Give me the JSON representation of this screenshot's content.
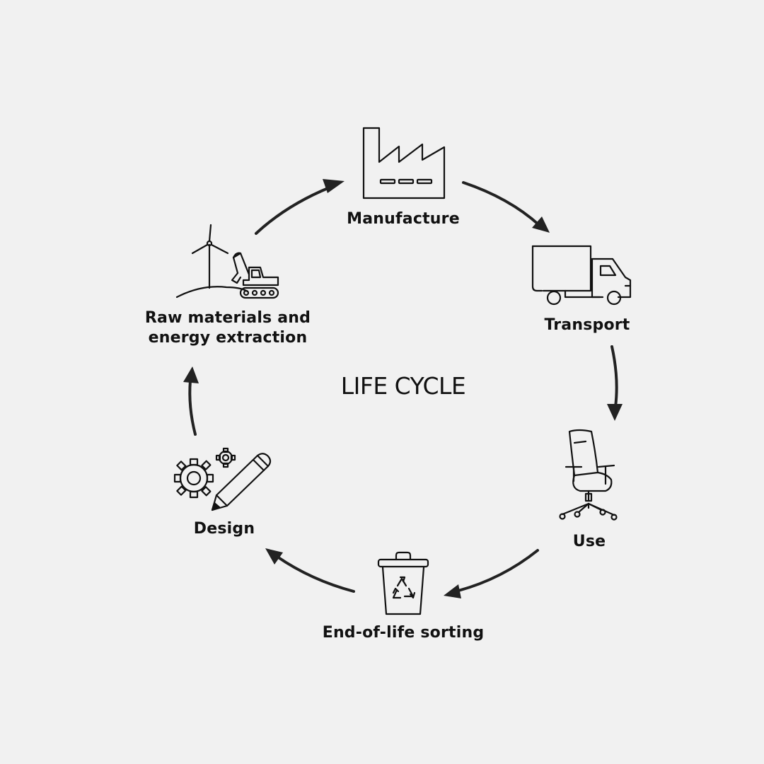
{
  "title": "LIFE CYCLE",
  "stages": [
    {
      "id": "manufacture",
      "label": "Manufacture",
      "icon": "factory-icon"
    },
    {
      "id": "transport",
      "label": "Transport",
      "icon": "truck-icon"
    },
    {
      "id": "use",
      "label": "Use",
      "icon": "office-chair-icon"
    },
    {
      "id": "end_of_life",
      "label": "End-of-life sorting",
      "icon": "recycling-bin-icon"
    },
    {
      "id": "design",
      "label": "Design",
      "icon": "gears-pencil-icon"
    },
    {
      "id": "raw_materials",
      "label_line1": "Raw materials and",
      "label_line2": "energy extraction",
      "icon": "wind-turbine-excavator-icon"
    }
  ],
  "flow": [
    "manufacture",
    "transport",
    "use",
    "end_of_life",
    "design",
    "raw_materials",
    "manufacture"
  ],
  "colors": {
    "background": "#f1f1f1",
    "ink": "#111111",
    "arrow": "#222222"
  }
}
